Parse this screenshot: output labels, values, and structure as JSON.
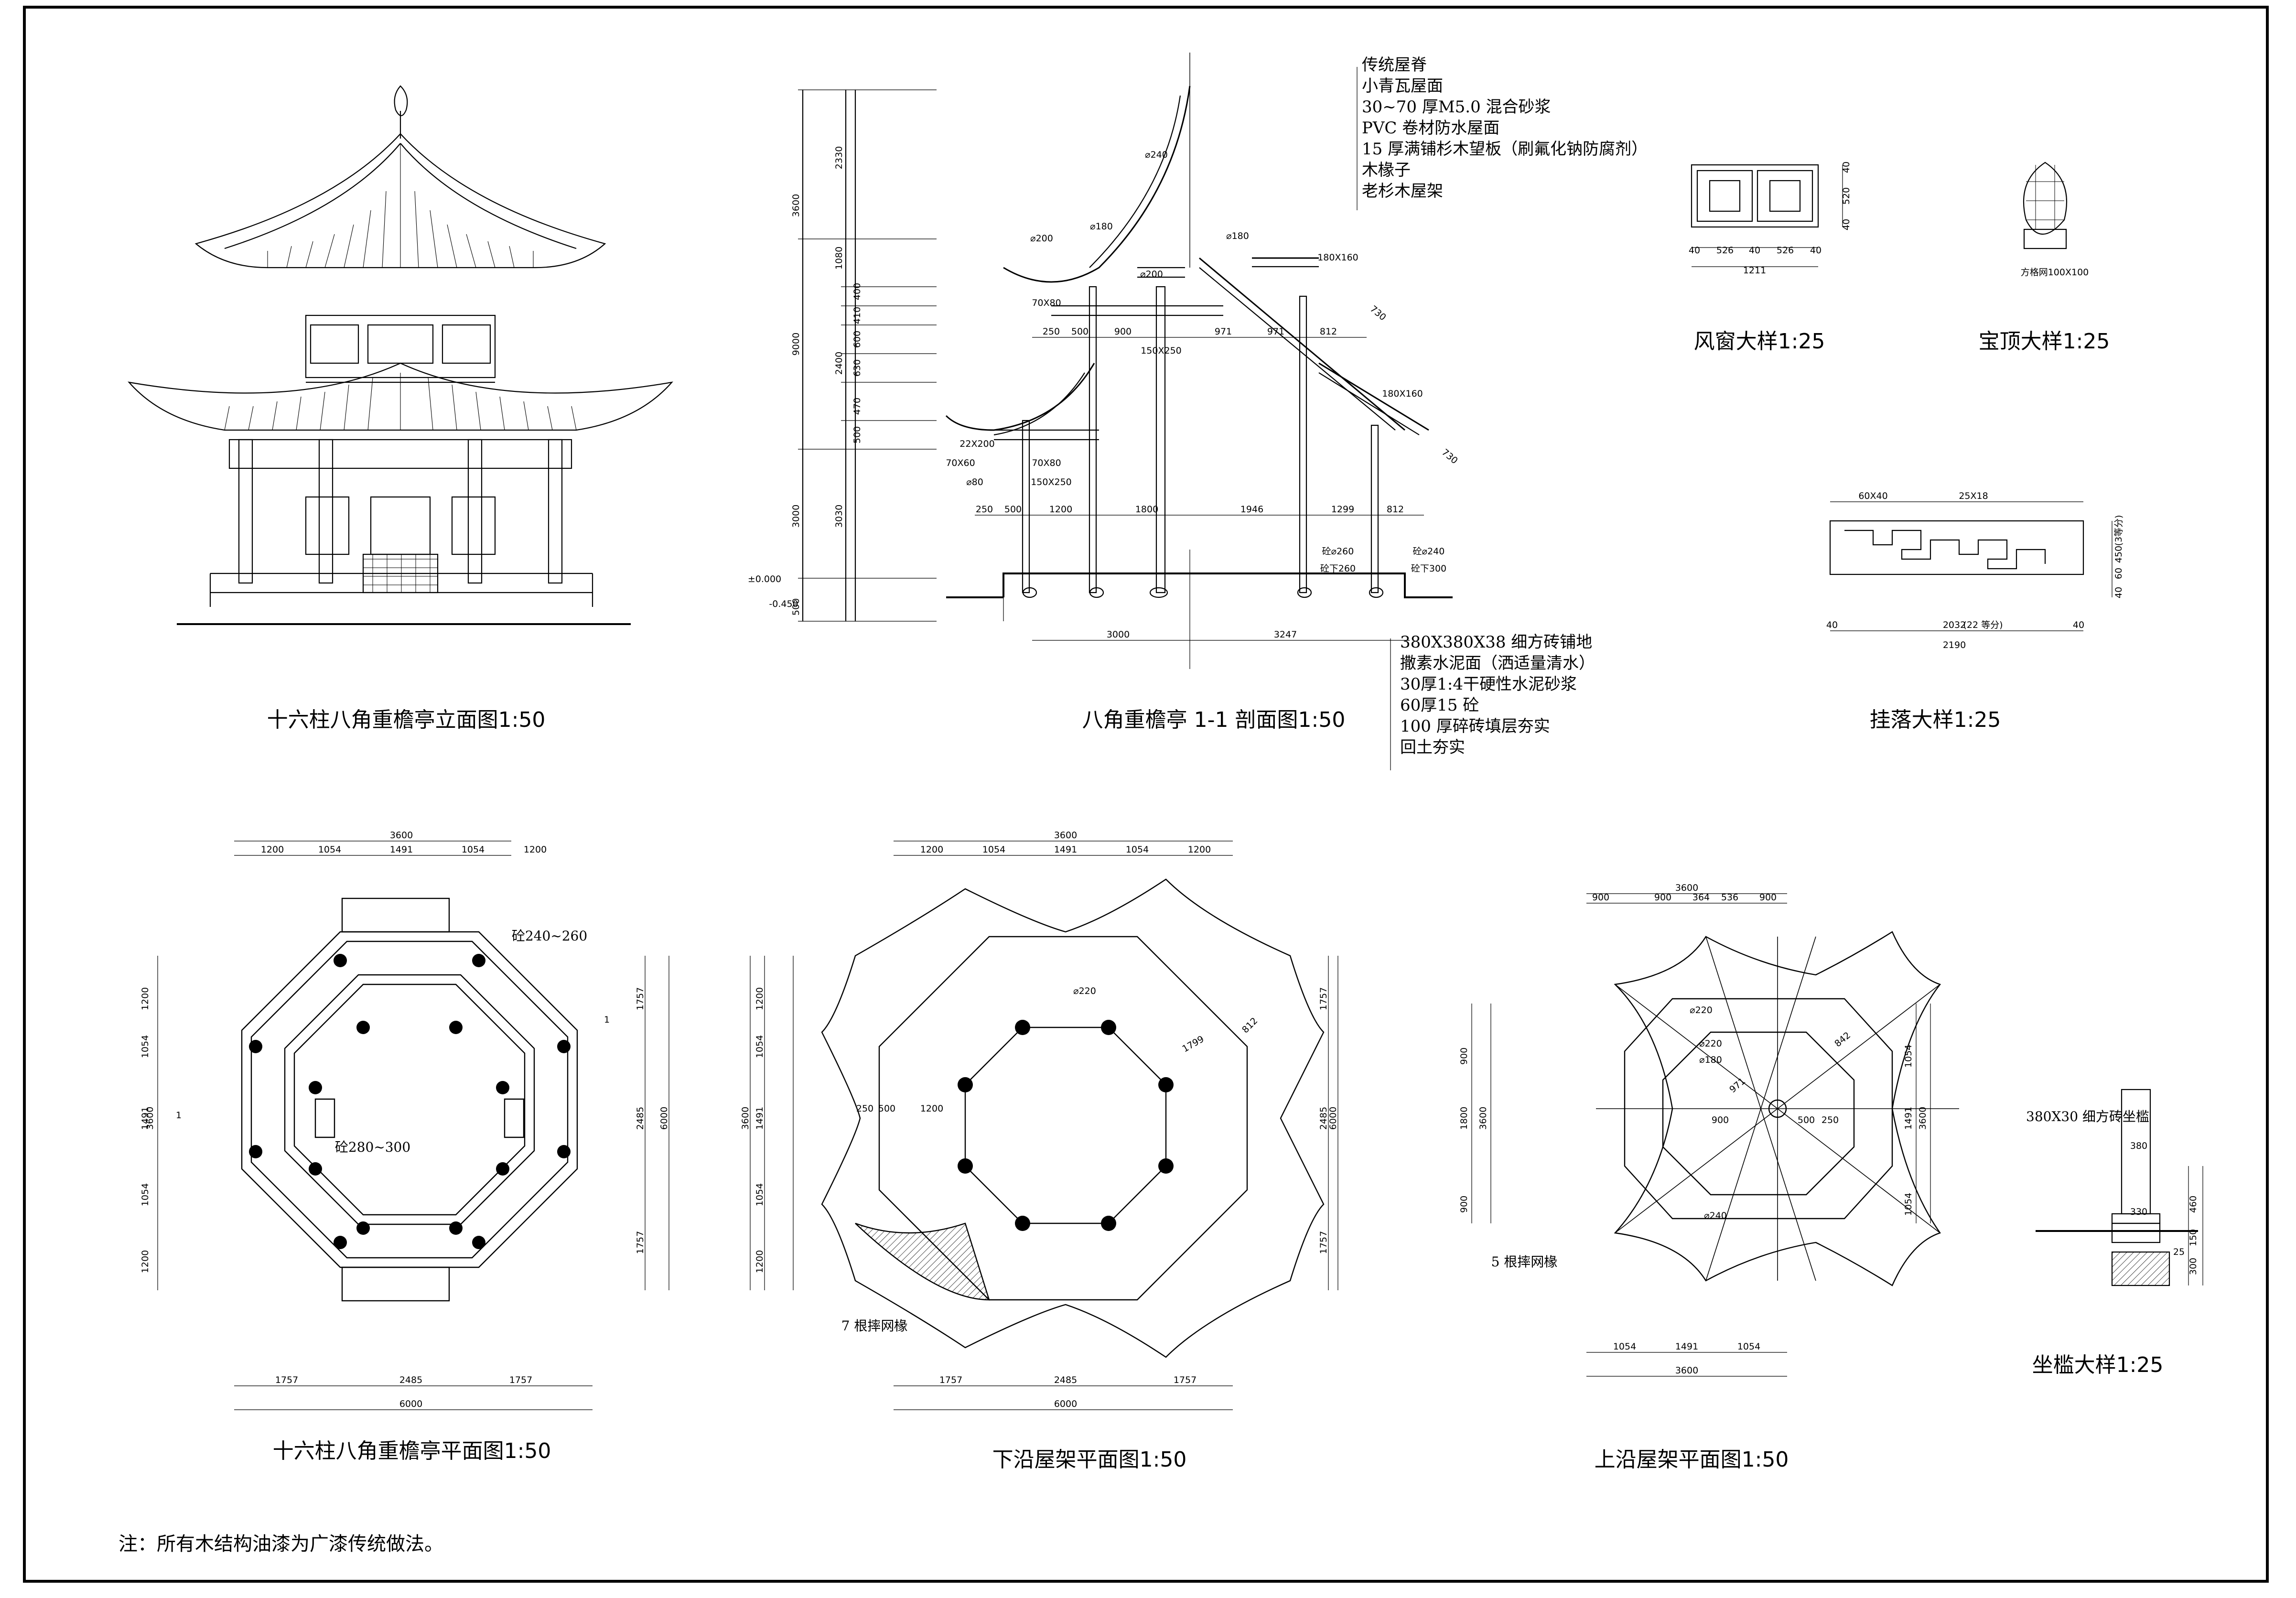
{
  "titles": {
    "elevation": "十六柱八角重檐亭立面图1:50",
    "section": "八角重檐亭 1-1 剖面图1:50",
    "wind_window": "风窗大样1:25",
    "finial": "宝顶大样1:25",
    "hanging_fascia": "挂落大样1:25",
    "pavilion_plan": "十六柱八角重檐亭平面图1:50",
    "lower_roof_plan": "下沿屋架平面图1:50",
    "upper_roof_plan": "上沿屋架平面图1:50",
    "seat_rail": "坐槛大样1:25"
  },
  "note": "注：所有木结构油漆为广漆传统做法。",
  "roof_layers": [
    "传统屋脊",
    "小青瓦屋面",
    "30~70 厚M5.0 混合砂浆",
    "PVC 卷材防水屋面",
    "15 厚满铺杉木望板（刷氟化钠防腐剂）",
    "木椽子",
    "老杉木屋架"
  ],
  "floor_layers": [
    "380X380X38 细方砖铺地",
    "撒素水泥面（洒适量清水）",
    "30厚1:4干硬性水泥砂浆",
    "60厚15 砼",
    "100 厚碎砖填层夯实",
    "回土夯实"
  ],
  "section": {
    "left_dims_outer": [
      "3600",
      "9000",
      "3000",
      "500"
    ],
    "left_dims_mid": [
      "2330",
      "1080",
      "2400",
      "3030"
    ],
    "left_dims_inner": [
      "400",
      "410",
      "600",
      "630",
      "470",
      "500"
    ],
    "members": [
      "⌀200",
      "⌀180",
      "⌀240",
      "⌀180",
      "⌀200",
      "180X160",
      "180X160",
      "70X80",
      "150X250",
      "22X200",
      "70X60",
      "⌀80",
      "70X80",
      "150X250"
    ],
    "upper_dims": [
      "250",
      "500",
      "900",
      "971",
      "971",
      "812"
    ],
    "lower_dims": [
      "250",
      "500",
      "1200",
      "1800",
      "1946",
      "1299",
      "812"
    ],
    "right_dims": [
      "730",
      "730"
    ],
    "footings": [
      "砼⌀240",
      "砼下300",
      "砼⌀260",
      "砼下260"
    ],
    "base_dims": [
      "3000",
      "3247"
    ],
    "levels": [
      "±0.000",
      "-0.450"
    ]
  },
  "wind_window": {
    "widths": [
      "40",
      "526",
      "40",
      "526",
      "40"
    ],
    "total": "1211",
    "heights": [
      "40",
      "520",
      "40"
    ]
  },
  "finial": {
    "label": "方格网100X100"
  },
  "hanging_fascia": {
    "top": [
      "60X40",
      "25X18"
    ],
    "bottom": [
      "40",
      "2032",
      "(22 等分)",
      "40"
    ],
    "total": "2190",
    "right": [
      "450",
      "(3等分)",
      "60",
      "40"
    ]
  },
  "pavilion_plan": {
    "top_outer": [
      "1200",
      "1054",
      "1491",
      "1054",
      "1200"
    ],
    "top_total": "3600",
    "left": [
      "1200",
      "1054",
      "1491",
      "1054",
      "1200"
    ],
    "left_total": "3600",
    "right": [
      "1757",
      "2485",
      "1757"
    ],
    "right_total": "6000",
    "bottom": [
      "1757",
      "2485",
      "1757"
    ],
    "bottom_total": "6000",
    "labels": [
      "砼240~260",
      "砼280~300"
    ],
    "section_marks": [
      "1",
      "1"
    ]
  },
  "lower_roof_plan": {
    "top": [
      "1200",
      "1054",
      "1491",
      "1054",
      "1200"
    ],
    "top_total": "3600",
    "left": [
      "1200",
      "1054",
      "1491",
      "1054",
      "1200"
    ],
    "left_total": "3600",
    "right": [
      "1757",
      "2485",
      "1757"
    ],
    "right_total": "6000",
    "bottom": [
      "1757",
      "2485",
      "1757"
    ],
    "bottom_total": "6000",
    "labels": [
      "⌀220",
      "1799",
      "812",
      "250",
      "500",
      "1200"
    ],
    "rafter_note": "7 根摔网椽"
  },
  "upper_roof_plan": {
    "top": [
      "900",
      "900",
      "364",
      "536",
      "900"
    ],
    "top_total": "3600",
    "left": [
      "900",
      "1800",
      "900"
    ],
    "left_total": "3600",
    "right": [
      "1054",
      "1491",
      "1054"
    ],
    "right_total": "3600",
    "bottom": [
      "1054",
      "1491",
      "1054"
    ],
    "bottom_total": "3600",
    "labels": [
      "⌀220",
      "⌀220",
      "⌀180",
      "⌀240",
      "900",
      "500",
      "250",
      "971",
      "842"
    ],
    "rafter_note": "5 根摔网椽"
  },
  "seat_rail": {
    "labels": [
      "380X30 细方砖坐槛",
      "380",
      "330",
      "25"
    ],
    "dims": [
      "460",
      "150",
      "300"
    ]
  }
}
